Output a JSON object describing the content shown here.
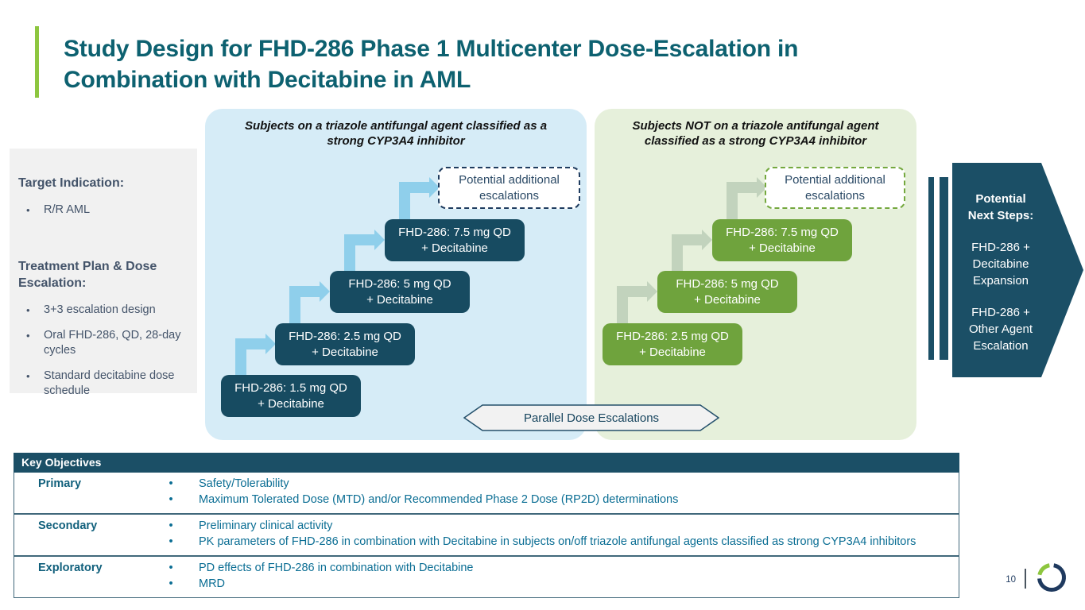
{
  "title_line1": "Study Design for FHD-286 Phase 1 Multicenter Dose-Escalation in",
  "title_line2": "Combination with Decitabine in AML",
  "page_number": "10",
  "info_panel": {
    "heading1": "Target Indication:",
    "bullets1": [
      "R/R AML"
    ],
    "heading2": "Treatment Plan & Dose Escalation:",
    "bullets2": [
      "3+3 escalation design",
      "Oral FHD-286, QD, 28-day cycles",
      "Standard decitabine dose schedule"
    ]
  },
  "cohort_blue": {
    "header_line1": "Subjects on a triazole antifungal agent classified as a",
    "header_line2": "strong CYP3A4 inhibitor",
    "steps": [
      {
        "line1": "FHD-286: 1.5 mg QD",
        "line2": "+ Decitabine"
      },
      {
        "line1": "FHD-286: 2.5 mg QD",
        "line2": "+ Decitabine"
      },
      {
        "line1": "FHD-286: 5 mg QD",
        "line2": "+ Decitabine"
      },
      {
        "line1": "FHD-286: 7.5 mg QD",
        "line2": "+ Decitabine"
      }
    ],
    "potential": {
      "line1": "Potential additional",
      "line2": "escalations"
    }
  },
  "cohort_green": {
    "header_line1": "Subjects NOT on a triazole antifungal agent",
    "header_line2": "classified as a strong CYP3A4 inhibitor",
    "steps": [
      {
        "line1": "FHD-286: 2.5 mg QD",
        "line2": "+ Decitabine"
      },
      {
        "line1": "FHD-286: 5 mg QD",
        "line2": "+ Decitabine"
      },
      {
        "line1": "FHD-286: 7.5 mg QD",
        "line2": "+ Decitabine"
      }
    ],
    "potential": {
      "line1": "Potential additional",
      "line2": "escalations"
    }
  },
  "banner_label": "Parallel Dose Escalations",
  "next_steps": {
    "heading_line1": "Potential",
    "heading_line2": "Next Steps:",
    "item1": [
      "FHD-286 +",
      "Decitabine",
      "Expansion"
    ],
    "item2": [
      "FHD-286 +",
      "Other Agent",
      "Escalation"
    ]
  },
  "objectives": {
    "header": "Key Objectives",
    "rows": [
      {
        "label": "Primary",
        "bullets": [
          "Safety/Tolerability",
          "Maximum Tolerated Dose (MTD) and/or Recommended Phase 2 Dose (RP2D) determinations"
        ]
      },
      {
        "label": "Secondary",
        "bullets": [
          "Preliminary clinical activity",
          "PK parameters of FHD-286 in combination with Decitabine in subjects on/off triazole antifungal agents classified as strong CYP3A4 inhibitors"
        ]
      },
      {
        "label": "Exploratory",
        "bullets": [
          "PD effects of FHD-286 in combination with Decitabine",
          "MRD"
        ]
      }
    ]
  },
  "colors": {
    "title_teal": "#0d6170",
    "dark_teal": "#1b4f66",
    "blue_panel": "#d6ecf7",
    "blue_arrow": "#8fcfeb",
    "green_box": "#6fa33d",
    "green_panel": "#e6f0db",
    "green_arrow": "#c2d3bd",
    "accent_green": "#8dc63f",
    "slate_text": "#44546a",
    "table_text": "#0b6e94"
  }
}
